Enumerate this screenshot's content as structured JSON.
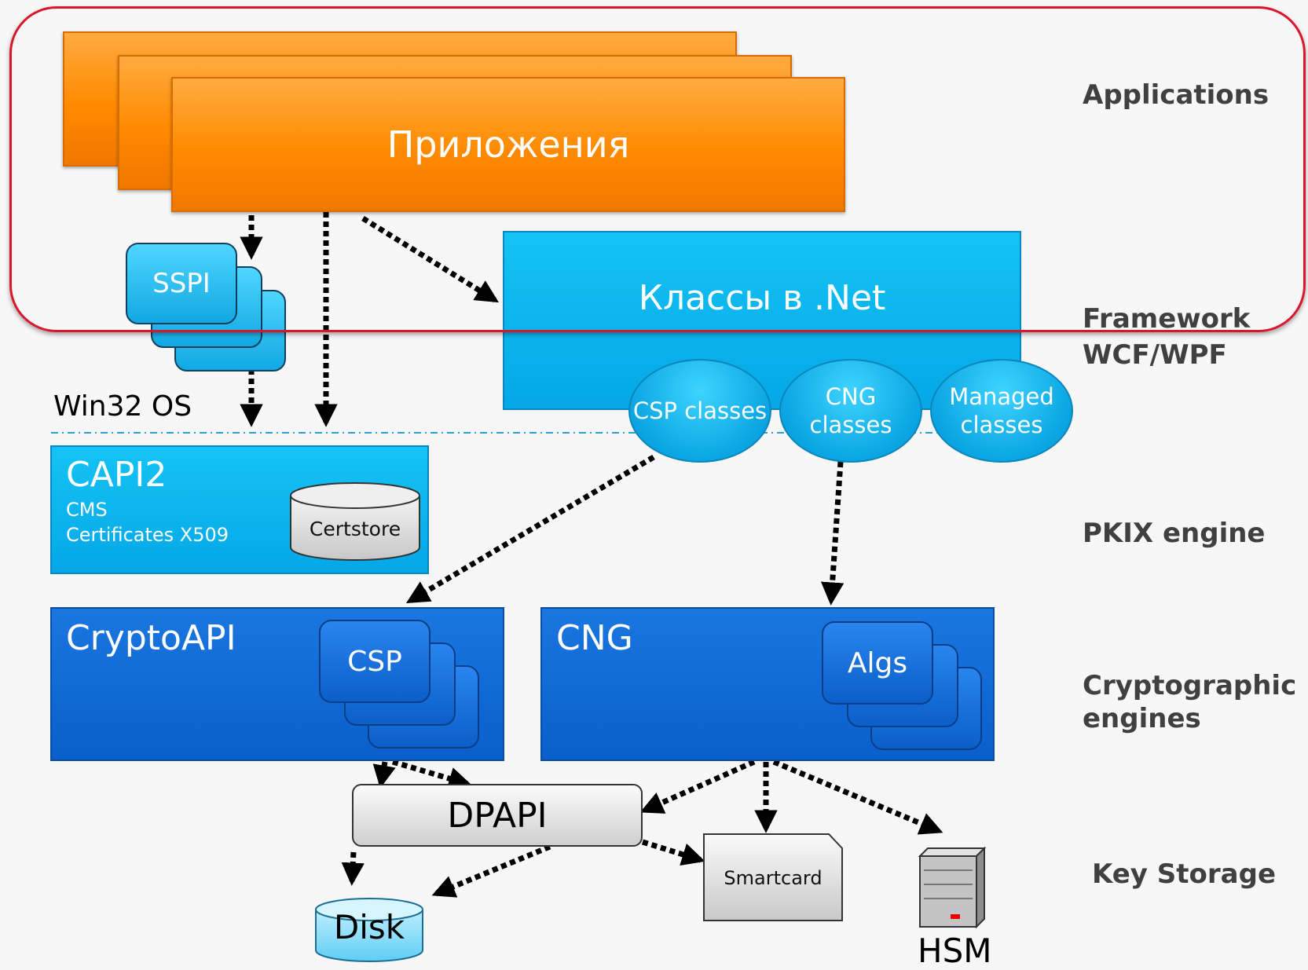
{
  "applications": {
    "label": "Приложения"
  },
  "sspi": {
    "label": "SSPI"
  },
  "dotnet": {
    "label": "Классы в .Net",
    "csp_classes": "CSP classes",
    "cng_classes": "CNG classes",
    "managed_line1": "Managed",
    "managed_line2": "classes"
  },
  "win32": {
    "label": "Win32 OS"
  },
  "capi2": {
    "title": "CAPI2",
    "line1": "CMS",
    "line2": "Certificates X509",
    "certstore": "Certstore"
  },
  "cryptoapi": {
    "title": "CryptoAPI",
    "csp": "CSP"
  },
  "cng": {
    "title": "CNG",
    "algs": "Algs"
  },
  "storage": {
    "dpapi": "DPAPI",
    "disk": "Disk",
    "smartcard": "Smartcard",
    "hsm": "HSM"
  },
  "layers": {
    "applications": "Applications",
    "framework": "Framework",
    "wcf": "WCF/WPF",
    "pkix": "PKIX engine",
    "crypto_line1": "Cryptographic",
    "crypto_line2": "engines",
    "key_storage": "Key Storage"
  },
  "colors": {
    "orange": "#ff8a00",
    "cyan": "#05a7e6",
    "blue": "#0a5fcc",
    "highlight_border": "#d9162c"
  }
}
